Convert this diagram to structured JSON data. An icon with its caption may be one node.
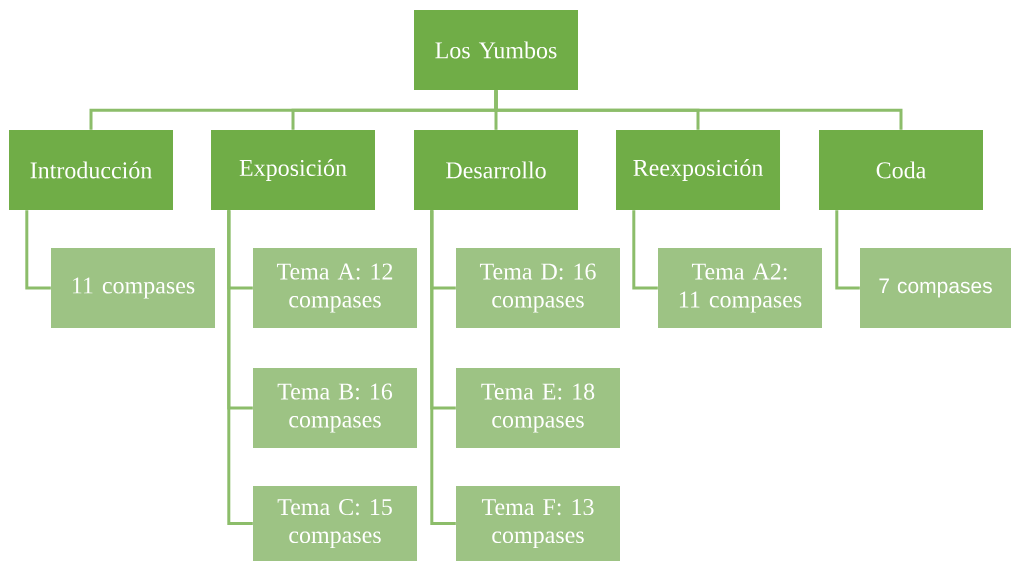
{
  "diagram": {
    "nodes": [
      {
        "text": [
          "Los Yumbos"
        ]
      },
      {
        "text": [
          "Introducción"
        ]
      },
      {
        "text": [
          "Exposición"
        ]
      },
      {
        "text": [
          "Desarrollo"
        ]
      },
      {
        "text": [
          "Reexposición"
        ]
      },
      {
        "text": [
          "Coda"
        ]
      },
      {
        "text": [
          "11 compases"
        ]
      },
      {
        "text": [
          "Tema A: 12 compases"
        ]
      },
      {
        "text": [
          "Tema B: 16 compases"
        ]
      },
      {
        "text": [
          "Tema C: 15 compases"
        ]
      },
      {
        "text": [
          "Tema D: 16 compases"
        ]
      },
      {
        "text": [
          "Tema E: 18 compases"
        ]
      },
      {
        "text": [
          "Tema F: 13 compases"
        ]
      },
      {
        "text": [
          "Tema A2: 11 compases"
        ]
      },
      {
        "text": [
          "7 compases"
        ]
      }
    ],
    "edges": [
      {
        "from": 0,
        "to": 1,
        "arrow": "none"
      },
      {
        "from": 0,
        "to": 2,
        "arrow": "none"
      },
      {
        "from": 0,
        "to": 3,
        "arrow": "none"
      },
      {
        "from": 0,
        "to": 4,
        "arrow": "none"
      },
      {
        "from": 0,
        "to": 5,
        "arrow": "none"
      },
      {
        "from": 1,
        "to": 6,
        "arrow": "none"
      },
      {
        "from": 2,
        "to": 7,
        "arrow": "none"
      },
      {
        "from": 2,
        "to": 8,
        "arrow": "none"
      },
      {
        "from": 2,
        "to": 9,
        "arrow": "none"
      },
      {
        "from": 3,
        "to": 10,
        "arrow": "none"
      },
      {
        "from": 3,
        "to": 11,
        "arrow": "none"
      },
      {
        "from": 3,
        "to": 12,
        "arrow": "none"
      },
      {
        "from": 4,
        "to": 13,
        "arrow": "none"
      },
      {
        "from": 5,
        "to": 14,
        "arrow": "none"
      }
    ]
  }
}
